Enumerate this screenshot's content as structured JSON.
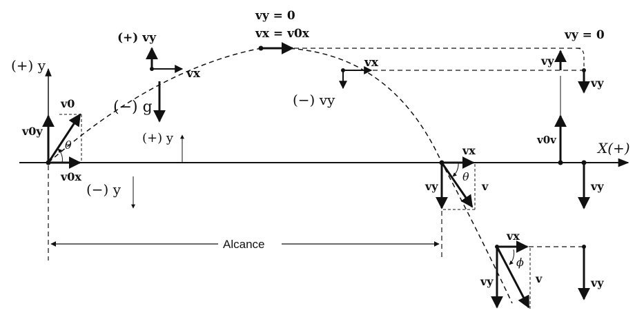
{
  "labels": {
    "pos_y_axis": "(+) y",
    "x_axis": "X(+)",
    "v0": "v0",
    "v0y": "v0y",
    "v0x": "v0x",
    "theta_launch": "θ",
    "pos_vy": "(+) vy",
    "vx": "vx",
    "neg_g": "(−) g",
    "pos_y_mark": "(+) y",
    "neg_y_mark": "(−) y",
    "apex_vy": "vy = 0",
    "apex_vx": "vx = v0x",
    "neg_vy": "(−) vy",
    "range": "Alcance",
    "theta_land": "θ",
    "v": "v",
    "vy": "vy",
    "phi": "ϕ",
    "right_vy0": "vy = 0",
    "right_v0v": "v0v"
  }
}
